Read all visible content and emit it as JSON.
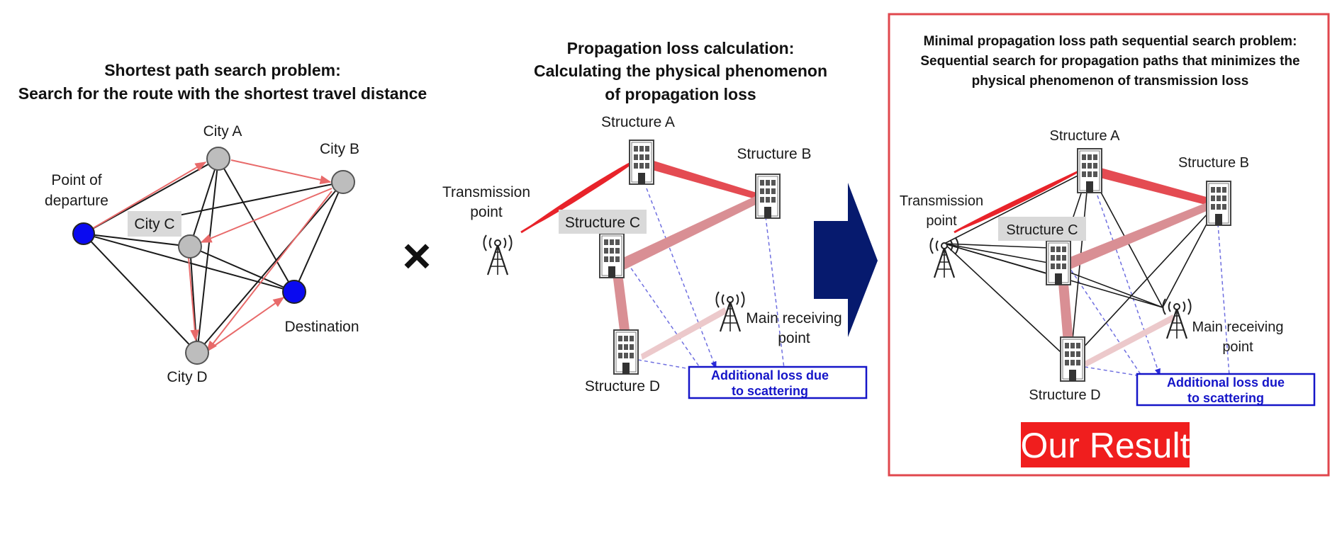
{
  "panel_left": {
    "title_line1": "Shortest path search problem:",
    "title_line2": "Search for the route with the shortest travel distance",
    "nodes": {
      "departure_line1": "Point of",
      "departure_line2": "departure",
      "city_a": "City A",
      "city_b": "City B",
      "city_c": "City C",
      "city_d": "City D",
      "destination": "Destination"
    }
  },
  "operator": "×",
  "panel_middle": {
    "title_line1": "Propagation loss calculation:",
    "title_line2": "Calculating the physical phenomenon",
    "title_line3": "of propagation loss",
    "structure_a": "Structure A",
    "structure_b": "Structure B",
    "structure_c": "Structure C",
    "structure_d": "Structure D",
    "tx_line1": "Transmission",
    "tx_line2": "point",
    "rx_line1": "Main receiving",
    "rx_line2": "point",
    "note_line1": "Additional loss due",
    "note_line2": "to scattering"
  },
  "panel_right": {
    "title_line1": "Minimal propagation loss path sequential search problem:",
    "title_line2": "Sequential search for propagation paths that minimizes the",
    "title_line3": "physical phenomenon of transmission loss",
    "structure_a": "Structure A",
    "structure_b": "Structure B",
    "structure_c": "Structure C",
    "structure_d": "Structure D",
    "tx_line1": "Transmission",
    "tx_line2": "point",
    "rx_line1": "Main receiving",
    "rx_line2": "point",
    "note_line1": "Additional loss due",
    "note_line2": "to scattering",
    "result_label": "Our Result"
  },
  "colors": {
    "endpoint_node": "#0a0af0",
    "city_node": "#bdbdbd",
    "route_arrow": "#e86a6a",
    "strong_path": "#e8232a",
    "weak_path": "#d98f94",
    "scatter_line": "#6f6fe0",
    "navy_arrow": "#061a6e",
    "result_bg": "#f01e1e",
    "frame": "#e0474d"
  },
  "icons": [
    "building-icon",
    "antenna-icon",
    "arrow-right-icon"
  ]
}
